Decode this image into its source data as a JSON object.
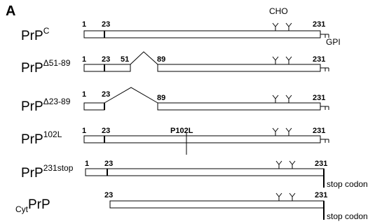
{
  "panel_label": "A",
  "cho_label": "CHO",
  "gpi_label": "GPI",
  "stop_codon_label": "stop codon",
  "mutation_label": "P102L",
  "rows": [
    {
      "base": "PrP",
      "sup": "C",
      "sub": "",
      "start": "1",
      "sig": "23",
      "end": "231",
      "deletion": null
    },
    {
      "base": "PrP",
      "sup": "Δ51-89",
      "sub": "",
      "start": "1",
      "sig": "23",
      "end": "231",
      "deletion": {
        "from": "51",
        "to": "89"
      }
    },
    {
      "base": "PrP",
      "sup": "Δ23-89",
      "sub": "",
      "start": "1",
      "sig": "23",
      "end": "231",
      "deletion": {
        "from": "",
        "to": "89"
      }
    },
    {
      "base": "PrP",
      "sup": "102L",
      "sub": "",
      "start": "1",
      "sig": "23",
      "end": "231",
      "deletion": null
    },
    {
      "base": "PrP",
      "sup": "231stop",
      "sub": "",
      "start": "1",
      "sig": "23",
      "end": "231",
      "deletion": null
    },
    {
      "base": "PrP",
      "sup": "",
      "sub": "Cyt",
      "start": "",
      "sig": "23",
      "end": "231",
      "deletion": null
    }
  ]
}
